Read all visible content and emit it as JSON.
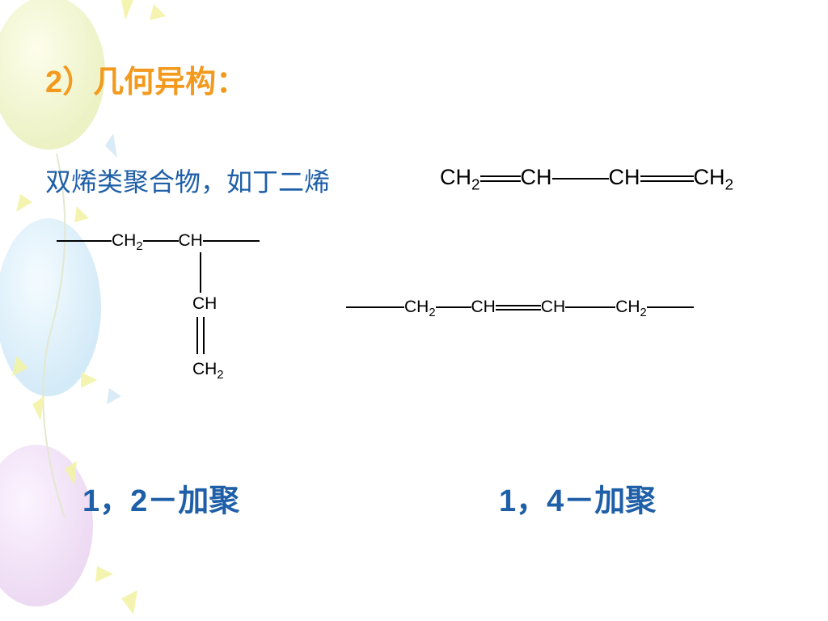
{
  "slide": {
    "title_number": "2",
    "title_text": "）几何异构：",
    "subtitle": "双烯类聚合物，如丁二烯",
    "main_formula": {
      "g1": "CH",
      "s1": "2",
      "g2": "CH",
      "g3": "CH",
      "g4": "CH",
      "s4": "2"
    },
    "poly12": {
      "g1": "CH",
      "s1": "2",
      "g2": "CH",
      "g3": "CH",
      "g4": "CH",
      "s4": "2"
    },
    "poly14": {
      "g1": "CH",
      "s1": "2",
      "g2": "CH",
      "g3": "CH",
      "g4": "CH",
      "s4": "2"
    },
    "label_12": {
      "a": "1",
      "sep": "，",
      "b": "2",
      "rest": "－加聚"
    },
    "label_14": {
      "a": "1",
      "sep": "，",
      "b": "4",
      "rest": "－加聚"
    }
  },
  "colors": {
    "title": "#F39A1E",
    "text_blue": "#1F5FA8"
  }
}
